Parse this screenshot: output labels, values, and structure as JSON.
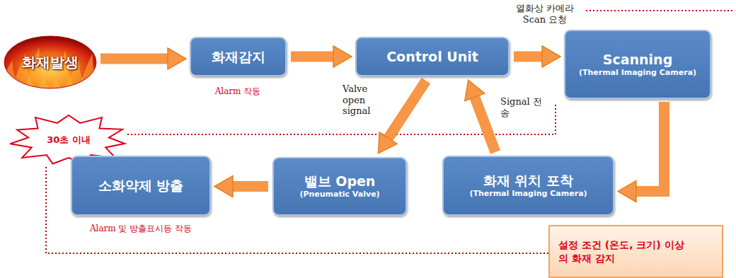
{
  "diagram": {
    "nodes": [
      {
        "text": [
          "화재발생"
        ]
      },
      {
        "text": [
          "화재감지"
        ]
      },
      {
        "text": [
          "Control Unit"
        ]
      },
      {
        "text": [
          "Scanning",
          "(Thermal Imaging Camera)"
        ]
      },
      {
        "text": [
          "30초 이내"
        ]
      },
      {
        "text": [
          "소화약제 방출"
        ]
      },
      {
        "text": [
          "밸브 Open",
          "(Pneumatic Valve)"
        ]
      },
      {
        "text": [
          "화재 위치 포착",
          "(Thermal Imaging Camera)"
        ]
      },
      {
        "text": [
          "설정 조건 (온도, 크기) 이상의 화재 감지"
        ]
      }
    ],
    "edges": [
      {
        "from": 0,
        "to": 1,
        "arrow": "to"
      },
      {
        "from": 1,
        "to": 2,
        "arrow": "to"
      },
      {
        "from": 2,
        "to": 3,
        "label": "열화상 카메라 Scan 요청",
        "arrow": "to"
      },
      {
        "from": 3,
        "to": 7,
        "arrow": "to"
      },
      {
        "from": 7,
        "to": 2,
        "label": "Signal 전송",
        "arrow": "to"
      },
      {
        "from": 2,
        "to": 6,
        "label": "Valve open signal",
        "arrow": "to"
      },
      {
        "from": 6,
        "to": 5,
        "arrow": "to"
      }
    ],
    "labels": [
      "Alarm 작동",
      "Alarm 및 방출표시등 작동"
    ]
  }
}
